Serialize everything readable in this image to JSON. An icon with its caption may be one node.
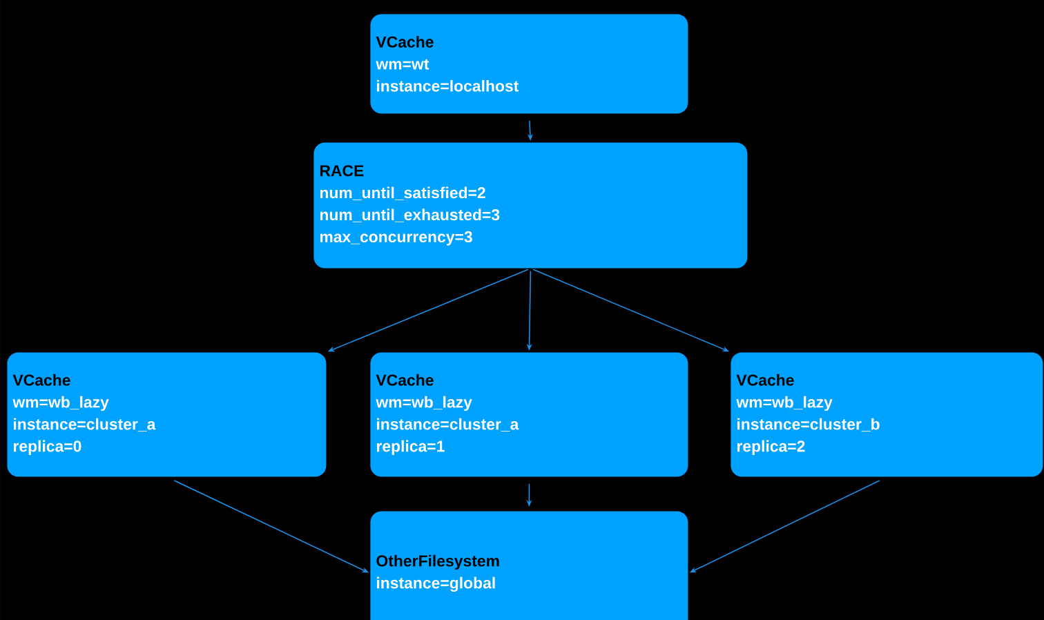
{
  "diagram": {
    "nodes": [
      {
        "text": [
          "VCache",
          "wm=wt",
          "instance=localhost"
        ]
      },
      {
        "text": [
          "RACE",
          "num_until_satisfied=2",
          "num_until_exhausted=3",
          "max_concurrency=3"
        ]
      },
      {
        "text": [
          "VCache",
          "wm=wb_lazy",
          "instance=cluster_a",
          "replica=0"
        ]
      },
      {
        "text": [
          "VCache",
          "wm=wb_lazy",
          "instance=cluster_a",
          "replica=1"
        ]
      },
      {
        "text": [
          "VCache",
          "wm=wb_lazy",
          "instance=cluster_b",
          "replica=2"
        ]
      },
      {
        "text": [
          "OtherFilesystem",
          "instance=global"
        ]
      }
    ],
    "edges": [
      {
        "from": 0,
        "to": 1,
        "arrow": "to"
      },
      {
        "from": 1,
        "to": 2,
        "arrow": "to"
      },
      {
        "from": 1,
        "to": 3,
        "arrow": "to"
      },
      {
        "from": 1,
        "to": 4,
        "arrow": "to"
      },
      {
        "from": 2,
        "to": 5,
        "arrow": "to"
      },
      {
        "from": 3,
        "to": 5,
        "arrow": "to"
      },
      {
        "from": 4,
        "to": 5,
        "arrow": "to"
      }
    ]
  }
}
